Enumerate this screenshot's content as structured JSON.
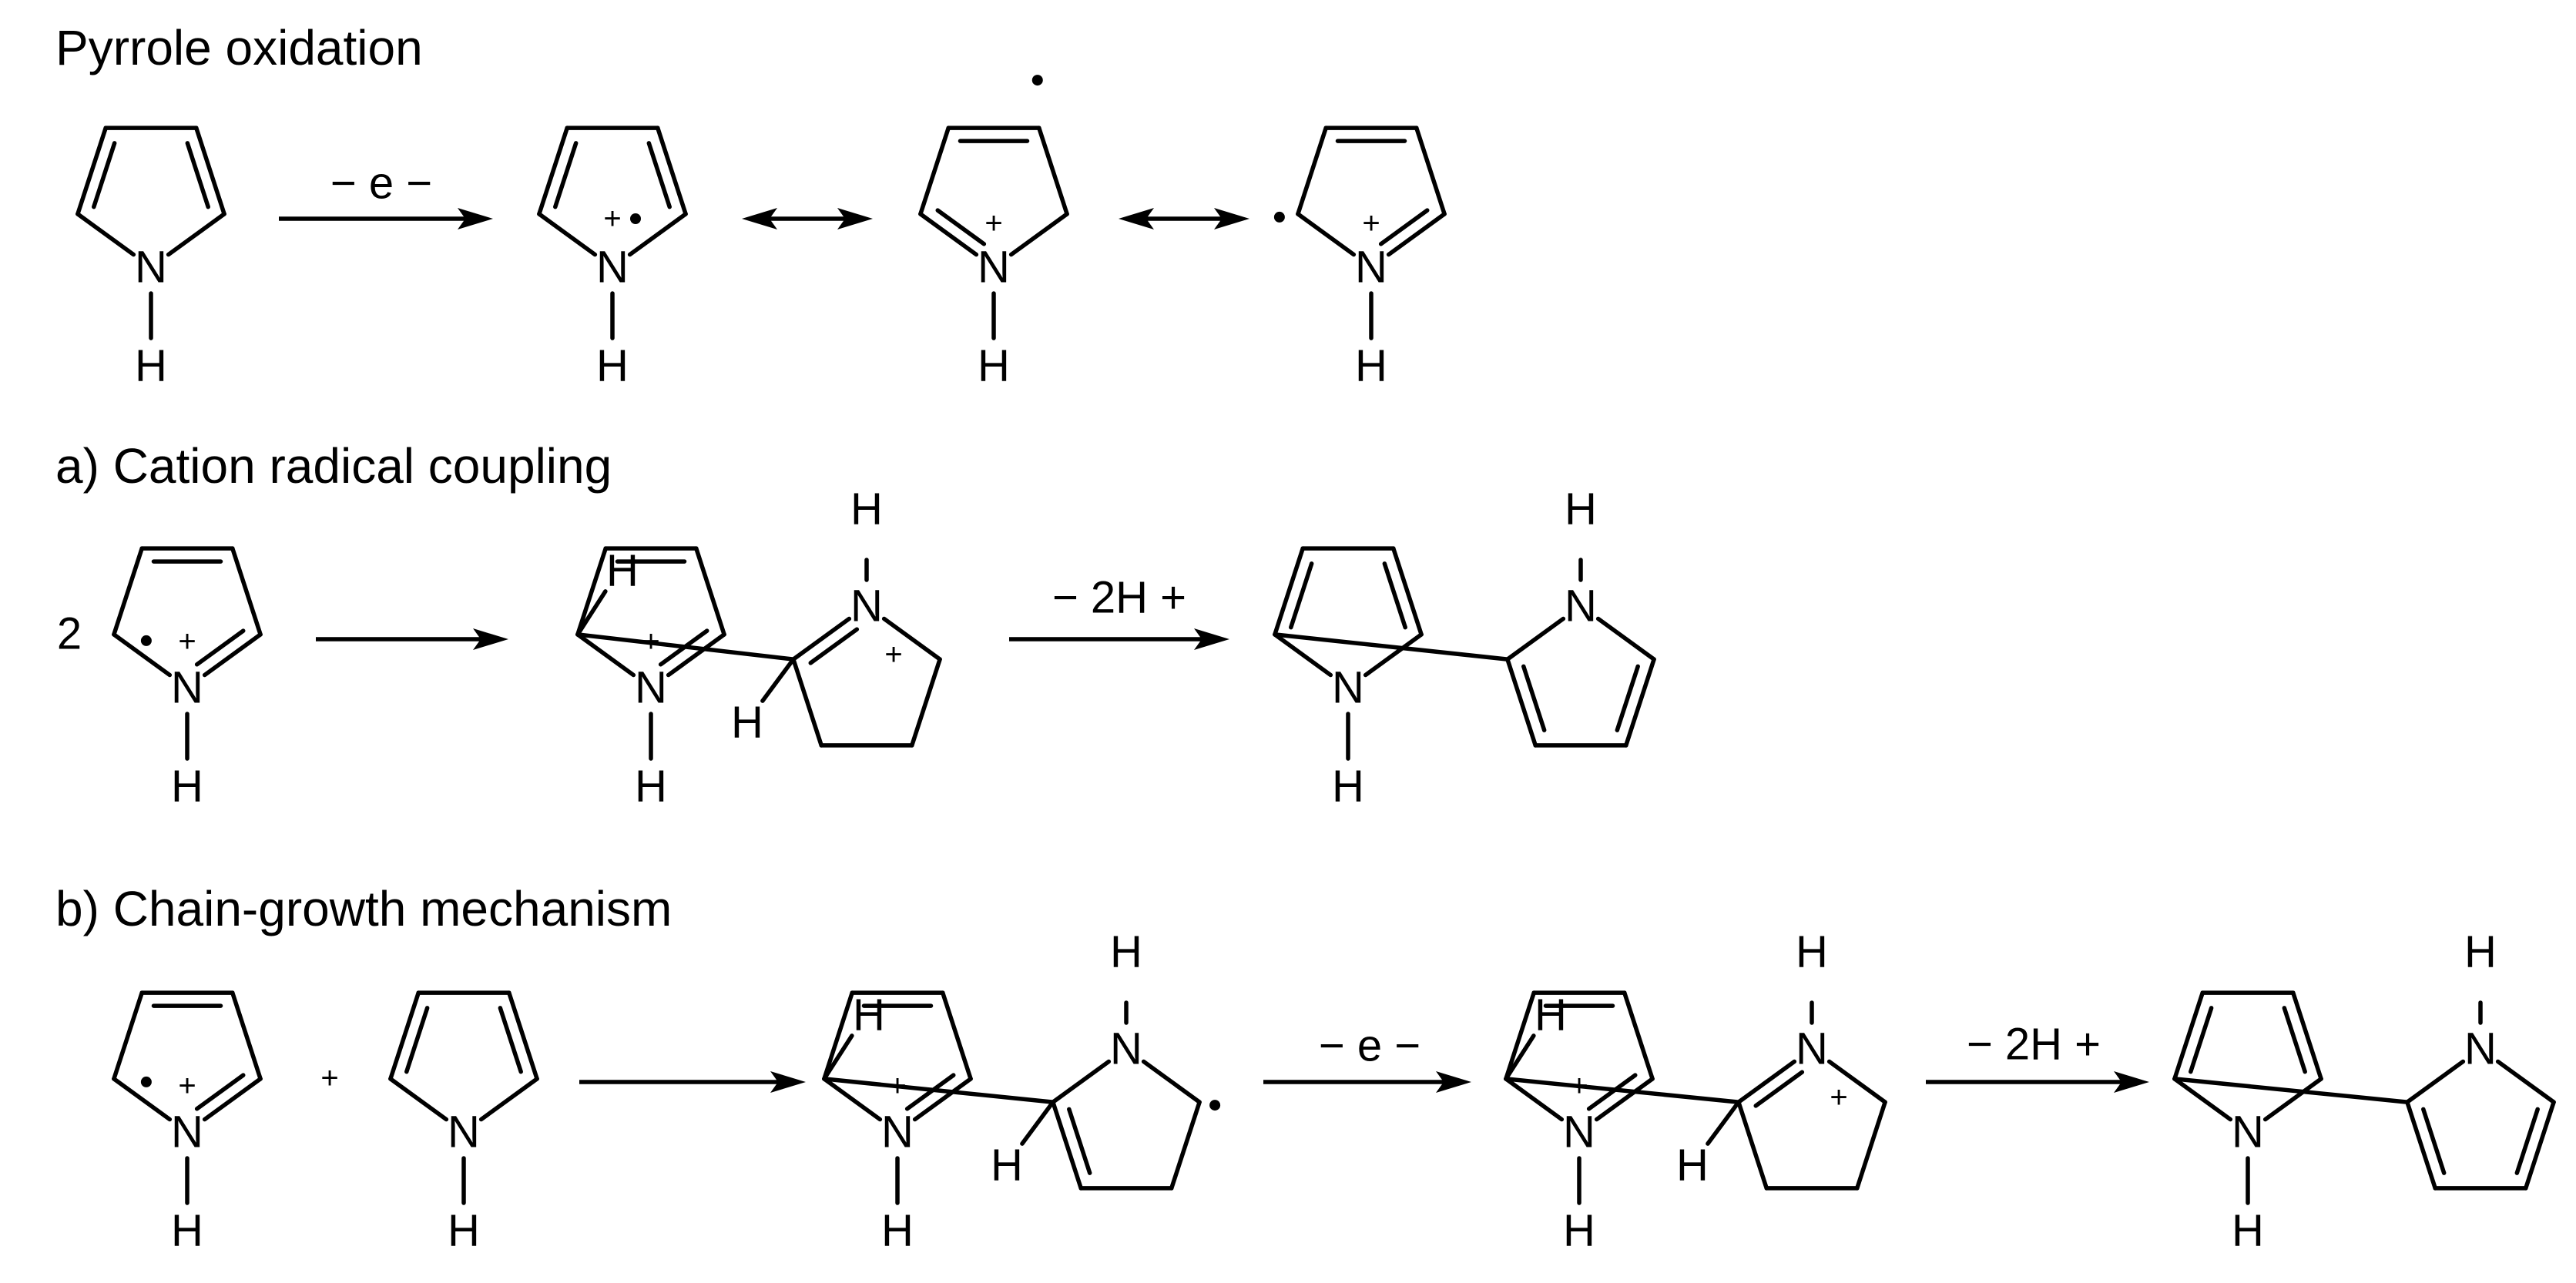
{
  "sections": {
    "oxidation": {
      "title": "Pyrrole oxidation",
      "step1_reagent": "− e −"
    },
    "coupling": {
      "title": "a) Cation radical coupling",
      "coefficient": "2",
      "deprotonation_reagent": "− 2H +"
    },
    "chain": {
      "title": "b) Chain-growth mechanism",
      "plus": "+",
      "oxidation_reagent": "− e −",
      "deprotonation_reagent": "− 2H +"
    }
  },
  "atoms": {
    "nitrogen": "N",
    "hydrogen": "H"
  },
  "charges": {
    "cation": "+"
  }
}
